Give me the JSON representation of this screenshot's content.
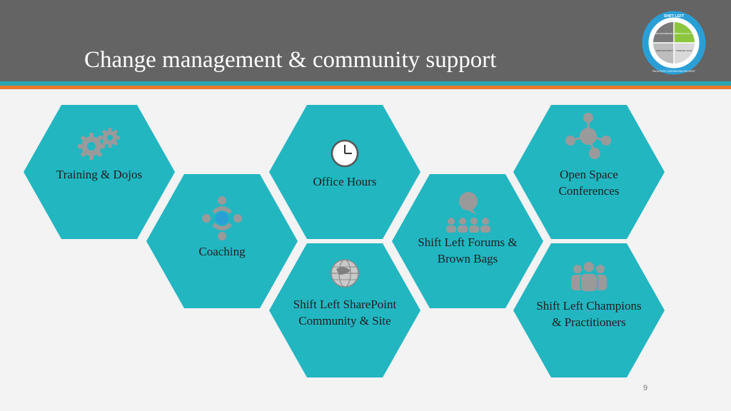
{
  "slide": {
    "title": "Change management & community support",
    "page_number": "9"
  },
  "logo": {
    "ring_text": "SHIFT LEFT",
    "ring_bottom_text": "FACILITATE CONTINUOUS DELIVERY",
    "q1": "OPTIMIZE ENGINEERING COST",
    "q2": "INCREASE QUALITY",
    "q3": "DRIVE EFFICIENCY",
    "q4": "INCREASE VALUE"
  },
  "hexes": {
    "training": "Training & Dojos",
    "coaching": "Coaching",
    "office_hours": "Office Hours",
    "sharepoint": "Shift Left SharePoint Community & Site",
    "forums": "Shift Left Forums & Brown Bags",
    "open_space": "Open Space Conferences",
    "champions": "Shift Left Champions & Practitioners"
  },
  "colors": {
    "header": "#646464",
    "stripe_blue": "#2ba6b5",
    "stripe_orange": "#e8792d",
    "hex_fill": "#22b6c1",
    "icon_gray": "#9a9a9a"
  },
  "icons": {
    "training": "gears-icon",
    "coaching": "team-circle-icon",
    "office_hours": "clock-icon",
    "sharepoint": "globe-icon",
    "forums": "speech-audience-icon",
    "open_space": "network-hub-icon",
    "champions": "group-people-icon"
  }
}
